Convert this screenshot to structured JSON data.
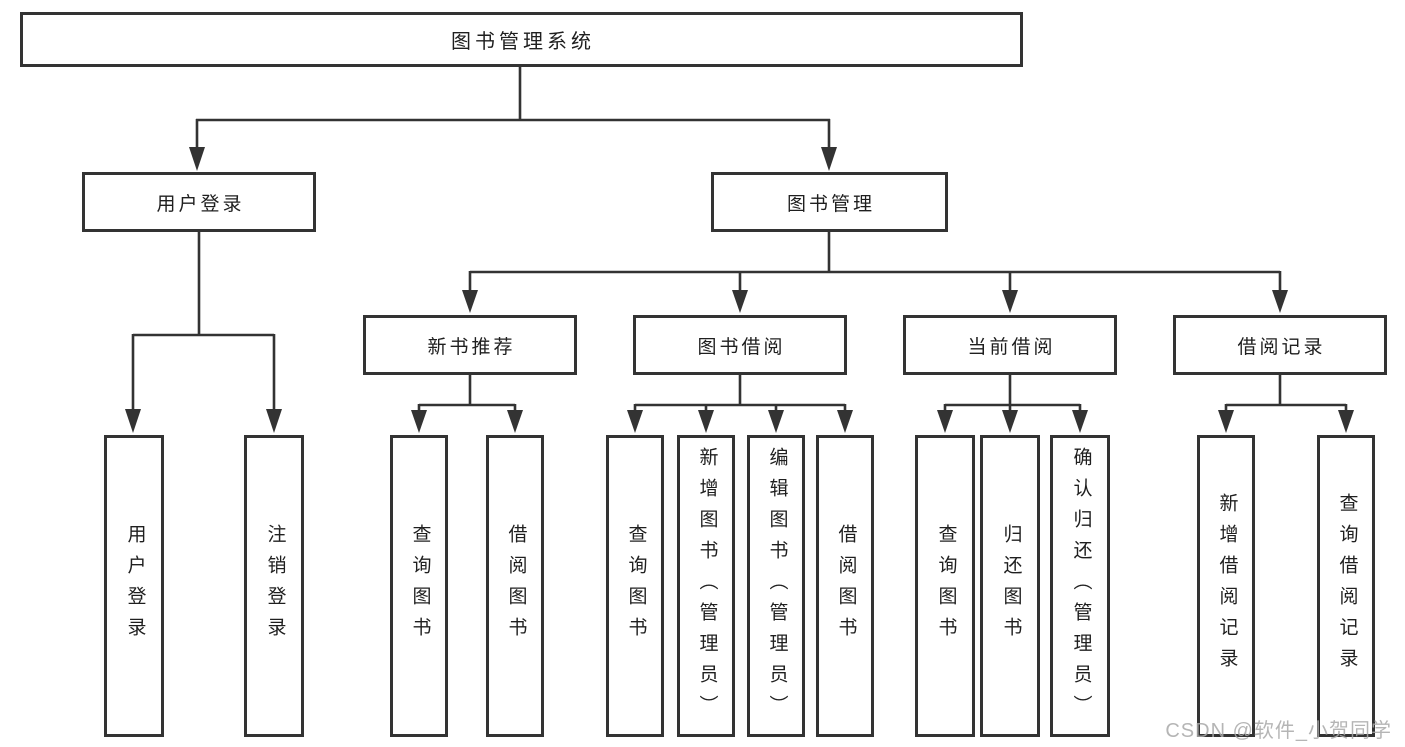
{
  "diagram": {
    "title": "图书管理系统",
    "branches": [
      {
        "label": "用户登录",
        "children": [
          "用户登录",
          "注销登录"
        ]
      },
      {
        "label": "图书管理",
        "sub": [
          {
            "label": "新书推荐",
            "children": [
              "查询图书",
              "借阅图书"
            ]
          },
          {
            "label": "图书借阅",
            "children": [
              "查询图书",
              "新增图书（管理员）",
              "编辑图书（管理员）",
              "借阅图书"
            ]
          },
          {
            "label": "当前借阅",
            "children": [
              "查询图书",
              "归还图书",
              "确认归还（管理员）"
            ]
          },
          {
            "label": "借阅记录",
            "children": [
              "新增借阅记录",
              "查询借阅记录"
            ]
          }
        ]
      }
    ]
  },
  "watermark": {
    "text": "CSDN @软件_小贺同学"
  },
  "colors": {
    "line": "#333333",
    "box_border": "#333333",
    "text": "#1f1f1f",
    "watermark": "#a9a9a9",
    "background": "#ffffff"
  }
}
